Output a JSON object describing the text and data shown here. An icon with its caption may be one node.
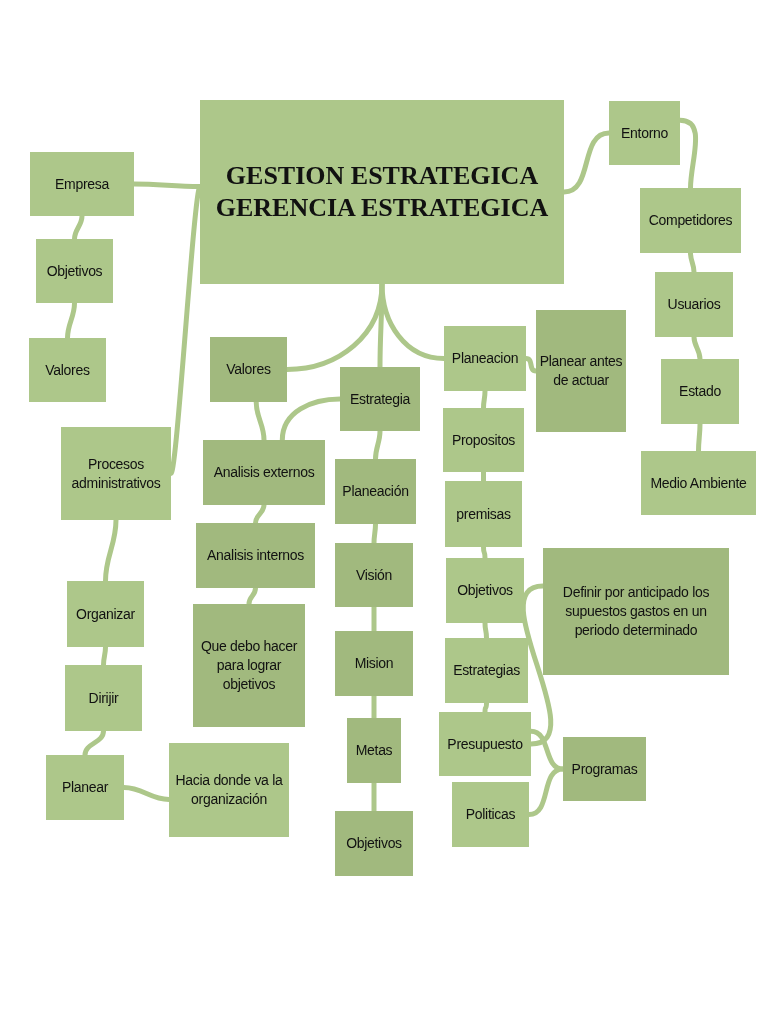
{
  "diagram": {
    "nodes": [
      {
        "text": [
          "GESTION ESTRATEGICA GERENCIA ESTRATEGICA"
        ]
      },
      {
        "text": [
          "Empresa"
        ]
      },
      {
        "text": [
          "Objetivos"
        ]
      },
      {
        "text": [
          "Valores"
        ]
      },
      {
        "text": [
          "Procesos administrativos"
        ]
      },
      {
        "text": [
          "Organizar"
        ]
      },
      {
        "text": [
          "Dirijir"
        ]
      },
      {
        "text": [
          "Planear"
        ]
      },
      {
        "text": [
          "Hacia donde va la organización"
        ]
      },
      {
        "text": [
          "Valores"
        ]
      },
      {
        "text": [
          "Estrategia"
        ]
      },
      {
        "text": [
          "Analisis externos"
        ]
      },
      {
        "text": [
          "Analisis internos"
        ]
      },
      {
        "text": [
          "Que debo hacer para lograr objetivos"
        ]
      },
      {
        "text": [
          "Planeación"
        ]
      },
      {
        "text": [
          "Visión"
        ]
      },
      {
        "text": [
          "Mision"
        ]
      },
      {
        "text": [
          "Metas"
        ]
      },
      {
        "text": [
          "Objetivos"
        ]
      },
      {
        "text": [
          "Planeacion"
        ]
      },
      {
        "text": [
          "Planear antes de actuar"
        ]
      },
      {
        "text": [
          "Propositos"
        ]
      },
      {
        "text": [
          "premisas"
        ]
      },
      {
        "text": [
          "Objetivos"
        ]
      },
      {
        "text": [
          "Estrategias"
        ]
      },
      {
        "text": [
          "Presupuesto"
        ]
      },
      {
        "text": [
          "Definir por anticipado los supuestos gastos en un periodo determinado"
        ]
      },
      {
        "text": [
          "Programas"
        ]
      },
      {
        "text": [
          "Politicas"
        ]
      },
      {
        "text": [
          "Entorno"
        ]
      },
      {
        "text": [
          "Competidores"
        ]
      },
      {
        "text": [
          "Usuarios"
        ]
      },
      {
        "text": [
          "Estado"
        ]
      },
      {
        "text": [
          "Medio Ambiente"
        ]
      }
    ],
    "edges": [
      {
        "from": 0,
        "to": 1,
        "arrow": "none"
      },
      {
        "from": 0,
        "to": 4,
        "arrow": "none"
      },
      {
        "from": 1,
        "to": 2,
        "arrow": "none"
      },
      {
        "from": 2,
        "to": 3,
        "arrow": "none"
      },
      {
        "from": 4,
        "to": 5,
        "arrow": "none"
      },
      {
        "from": 5,
        "to": 6,
        "arrow": "none"
      },
      {
        "from": 6,
        "to": 7,
        "arrow": "none"
      },
      {
        "from": 7,
        "to": 8,
        "arrow": "none"
      },
      {
        "from": 0,
        "to": 9,
        "arrow": "none"
      },
      {
        "from": 0,
        "to": 10,
        "arrow": "none"
      },
      {
        "from": 0,
        "to": 19,
        "arrow": "none"
      },
      {
        "from": 9,
        "to": 11,
        "arrow": "none"
      },
      {
        "from": 10,
        "to": 11,
        "arrow": "none"
      },
      {
        "from": 11,
        "to": 12,
        "arrow": "none"
      },
      {
        "from": 12,
        "to": 13,
        "arrow": "none"
      },
      {
        "from": 10,
        "to": 14,
        "arrow": "none"
      },
      {
        "from": 14,
        "to": 15,
        "arrow": "none"
      },
      {
        "from": 15,
        "to": 16,
        "arrow": "none"
      },
      {
        "from": 16,
        "to": 17,
        "arrow": "none"
      },
      {
        "from": 17,
        "to": 18,
        "arrow": "none"
      },
      {
        "from": 19,
        "to": 20,
        "arrow": "none"
      },
      {
        "from": 19,
        "to": 21,
        "arrow": "none"
      },
      {
        "from": 21,
        "to": 22,
        "arrow": "none"
      },
      {
        "from": 22,
        "to": 23,
        "arrow": "none"
      },
      {
        "from": 23,
        "to": 24,
        "arrow": "none"
      },
      {
        "from": 24,
        "to": 25,
        "arrow": "none"
      },
      {
        "from": 25,
        "to": 26,
        "arrow": "none"
      },
      {
        "from": 25,
        "to": 27,
        "arrow": "none"
      },
      {
        "from": 28,
        "to": 27,
        "arrow": "none"
      },
      {
        "from": 0,
        "to": 29,
        "arrow": "none"
      },
      {
        "from": 29,
        "to": 30,
        "arrow": "none"
      },
      {
        "from": 30,
        "to": 31,
        "arrow": "none"
      },
      {
        "from": 31,
        "to": 32,
        "arrow": "none"
      },
      {
        "from": 32,
        "to": 33,
        "arrow": "none"
      }
    ]
  }
}
